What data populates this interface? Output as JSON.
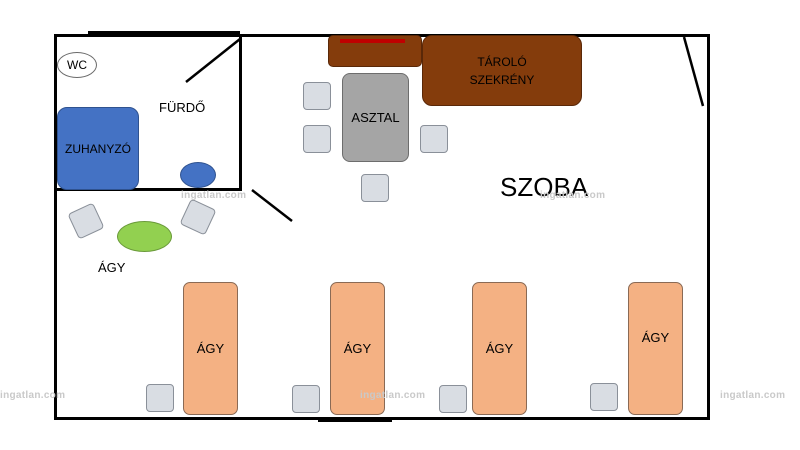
{
  "labels": {
    "wc": "WC",
    "bathroom": "FÜRDŐ",
    "shower": "ZUHANYZÓ",
    "table": "ASZTAL",
    "storage_line1": "TÁROLÓ",
    "storage_line2": "SZEKRÉNY",
    "room": "SZOBA",
    "bed_small": "ÁGY",
    "bed1": "ÁGY",
    "bed2": "ÁGY",
    "bed3": "ÁGY",
    "bed4": "ÁGY"
  },
  "watermark": "ingatlan.com",
  "colors": {
    "shower": "#4472c4",
    "bed": "#f4b183",
    "storage": "#843c0c",
    "table": "#a5a5a5",
    "round_table": "#92d050",
    "stool": "#d9dde3",
    "accent_red": "#c00000"
  }
}
